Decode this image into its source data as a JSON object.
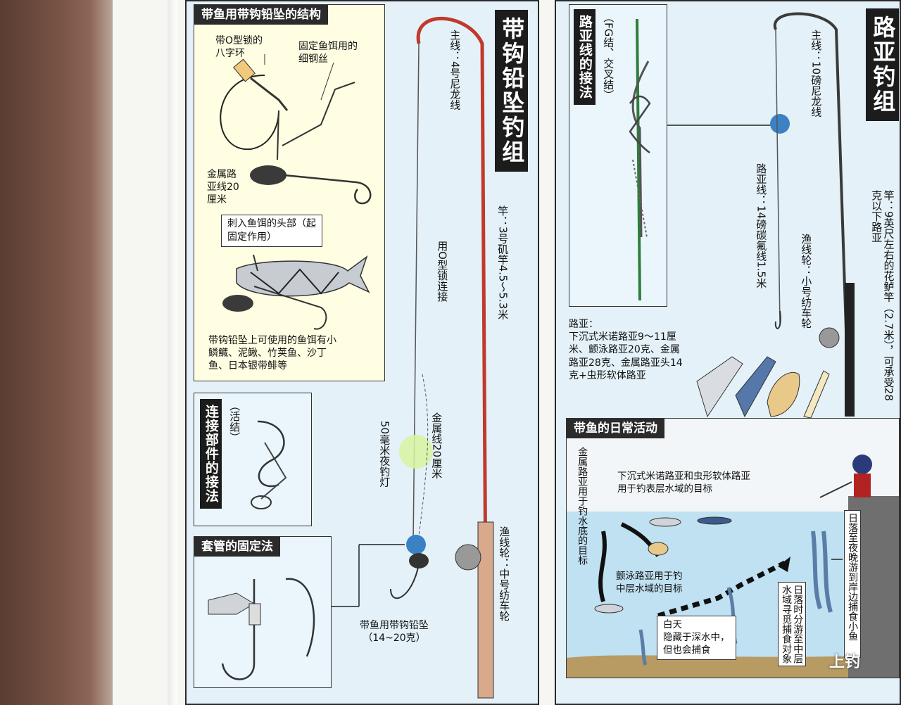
{
  "left": {
    "title": "带钩铅坠钓组",
    "structure": {
      "header": "带鱼用带钩铅坠的结构",
      "label_swivel": "带O型锁的\n八字环",
      "label_wire": "固定鱼饵用的\n细钢丝",
      "label_metal_line": "金属路\n亚线20\n厘米",
      "label_insert": "刺入鱼饵的头部（起\n固定作用）",
      "note": "带钩铅坠上可使用的鱼饵有小\n鳞鱵、泥鳅、竹荚鱼、沙丁\n鱼、日本银带鲱等"
    },
    "connect": {
      "title": "连接部件的接法",
      "sub": "（活结）"
    },
    "sleeve": {
      "header": "套管的固定法"
    },
    "rig": {
      "main_line": "主线：4号尼龙线",
      "rod": "竿：3号矶竿4.5～5.3米",
      "olock": "用O型锁连接",
      "light": "50毫米夜钓灯",
      "metal_line": "金属线20厘米",
      "reel": "渔线轮：中号纺车轮",
      "sinker": "带鱼用带钩铅坠\n（14~20克）"
    }
  },
  "right": {
    "title": "路亚钓组",
    "knot": {
      "title": "路亚线的接法",
      "sub": "（FG结、交叉结）"
    },
    "main_line": "主线：10磅尼龙线",
    "leader": "路亚线：14磅碳氟线1.5米",
    "reel": "渔线轮：小号纺车轮",
    "rod": "竿：9英尺左右的花鲈竿（2.7米），可承受28克以下路亚",
    "lures": "路亚：\n下沉式米诺路亚9～11厘\n米、颤泳路亚20克、金属\n路亚28克、金属路亚头14\n克+虫形软体路亚",
    "activity": {
      "header": "带鱼的日常活动",
      "sinking": "下沉式米诺路亚和虫形软体路亚\n用于钓表层水域的目标",
      "metal_bottom": "金属路亚用于钓水底的目标",
      "vib_mid": "颤泳路亚用于钓\n中层水域的目标",
      "day": "白天\n隐藏于深水中，\n但也会捕食",
      "sunset": "日落时分游至中层水域寻觅捕食对象",
      "night": "日落至夜晚游到岸边捕食小鱼"
    }
  },
  "watermark": "上钓",
  "colors": {
    "panel": "#e4f1f8",
    "note": "#fffde2",
    "header": "#2b2b2b",
    "rod": "#c0392b",
    "water": "#bfe1f2",
    "seabed": "#b89a63"
  }
}
